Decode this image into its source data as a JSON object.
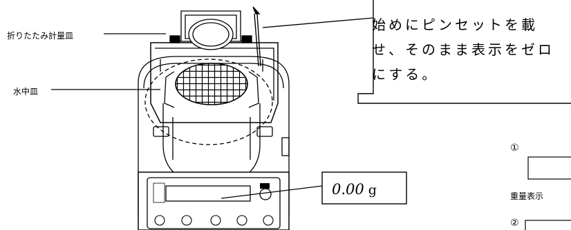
{
  "labels": {
    "folding_dish": "折りたたみ計量皿",
    "underwater_dish": "水中皿"
  },
  "callout": {
    "line1": "始めにピンセットを載",
    "line2": "せ、そのまま表示をゼロ",
    "line3": "にする。"
  },
  "display": {
    "value": "0.00",
    "unit": "g"
  },
  "steps": {
    "step1": "①",
    "step2": "②",
    "weight_display_label": "重量表示"
  },
  "icons": {
    "tweezers": "tweezers-icon",
    "balance": "balance-illustration"
  }
}
